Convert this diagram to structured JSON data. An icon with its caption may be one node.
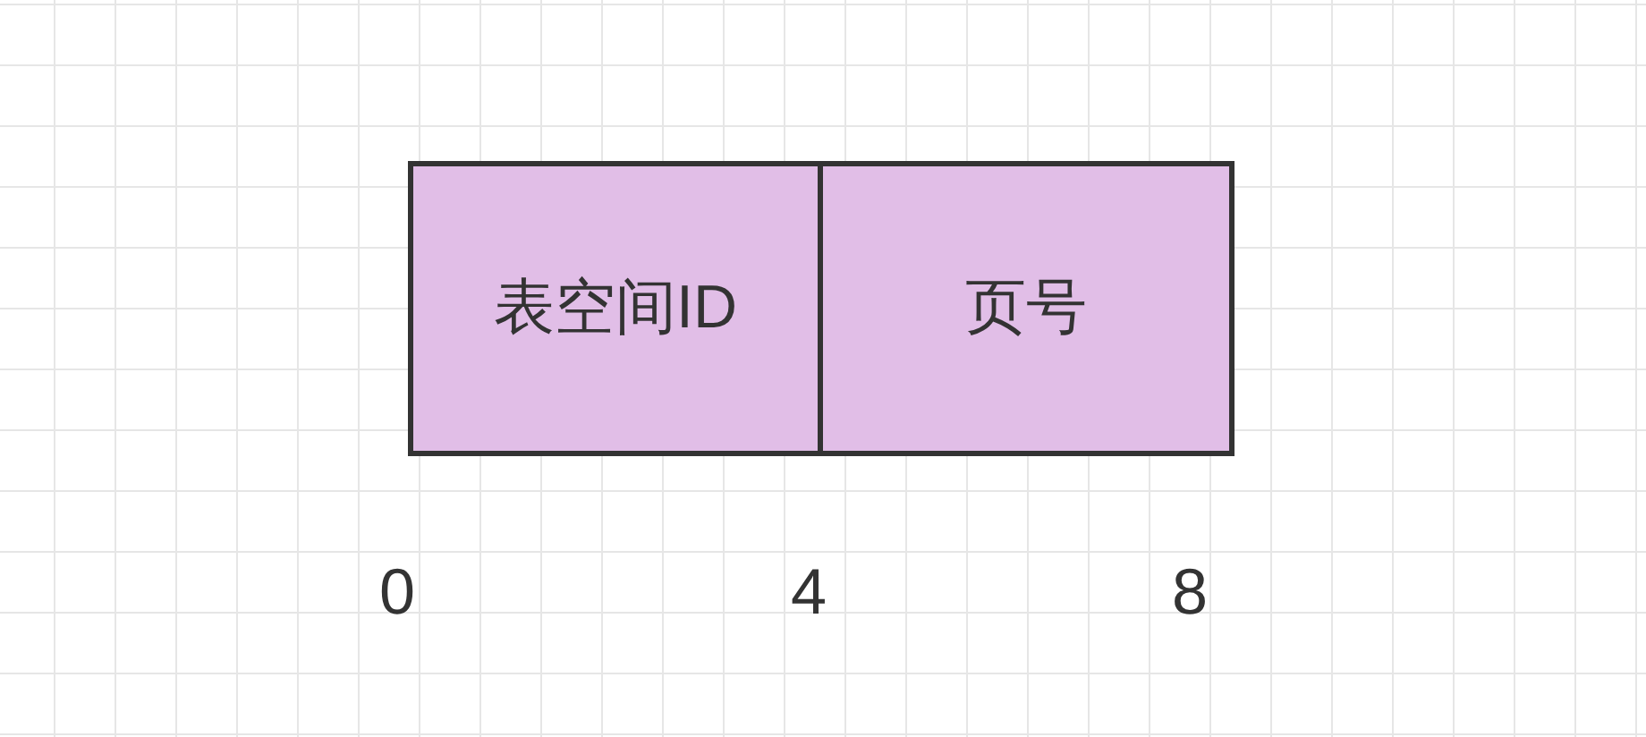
{
  "diagram": {
    "nodes": [
      {
        "text": [
          "表空间ID"
        ]
      },
      {
        "text": [
          "页号"
        ]
      }
    ],
    "labels": [
      "0",
      "4",
      "8"
    ]
  }
}
